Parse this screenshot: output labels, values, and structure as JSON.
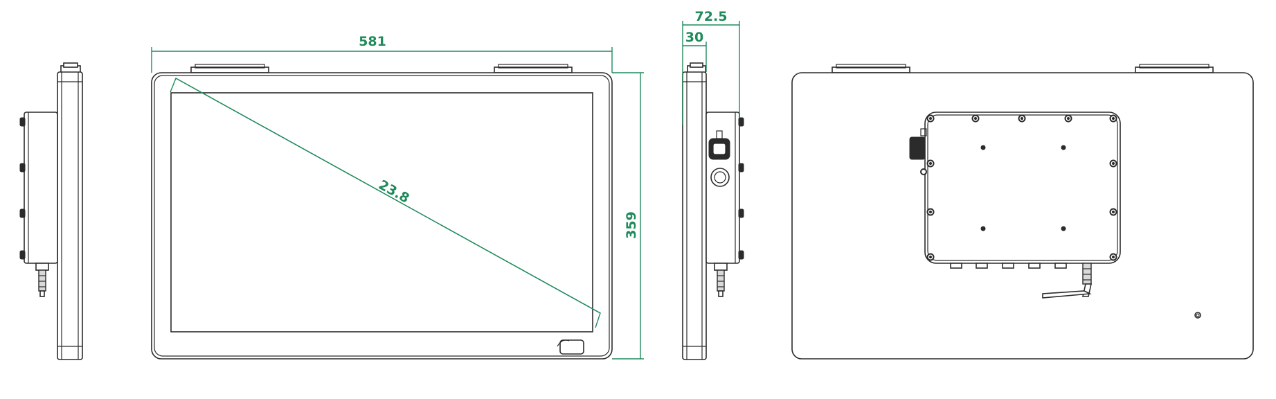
{
  "colors": {
    "dimension": "#1f8a5b",
    "outline": "#2b2b2b",
    "background": "#ffffff"
  },
  "dimensions": {
    "width": "581",
    "height": "359",
    "diagonal": "23.8",
    "depth_total": "72.5",
    "depth_panel": "30"
  }
}
